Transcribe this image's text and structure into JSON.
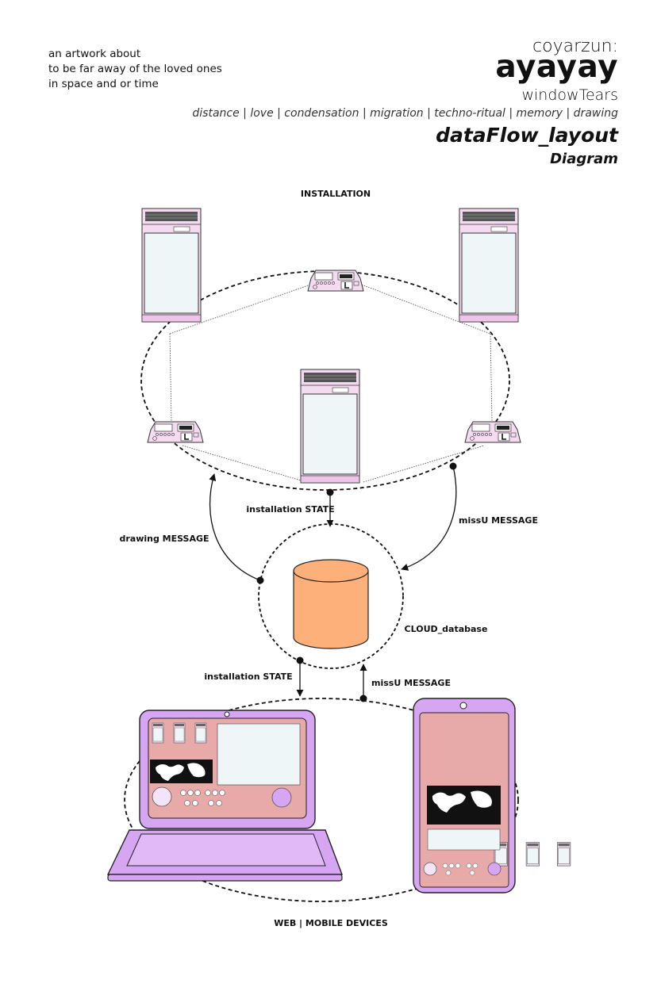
{
  "intro": {
    "lines": [
      "an artwork about",
      "to be far away of the loved ones",
      "in space and or time"
    ]
  },
  "header": {
    "author": "coyarzun:",
    "title": "ayayay",
    "subtitle": "windowTears",
    "keywords": "distance | love | condensation | migration | techno-ritual | memory | drawing",
    "doc_title": "dataFlow_layout",
    "doc_type": "Diagram"
  },
  "diagram": {
    "labels": {
      "installation": "INSTALLATION",
      "installation_state_top": "installation STATE",
      "drawing_message": "drawing MESSAGE",
      "missu_message_top": "missU MESSAGE",
      "cloud_database": "CLOUD_database",
      "installation_state_bottom": "installation STATE",
      "missu_message_bottom": "missU MESSAGE",
      "web_mobile": "WEB | MOBILE DEVICES"
    },
    "colors": {
      "cabinet_pink": "#f4dbf0",
      "panel_pink": "#e8aaa9",
      "device_purple": "#d6a6f2",
      "database_orange": "#fdb07a",
      "line": "#111111"
    },
    "icons": [
      "window-cabinet-icon",
      "control-panel-icon",
      "database-icon",
      "laptop-icon",
      "smartphone-icon",
      "world-map-icon"
    ]
  }
}
